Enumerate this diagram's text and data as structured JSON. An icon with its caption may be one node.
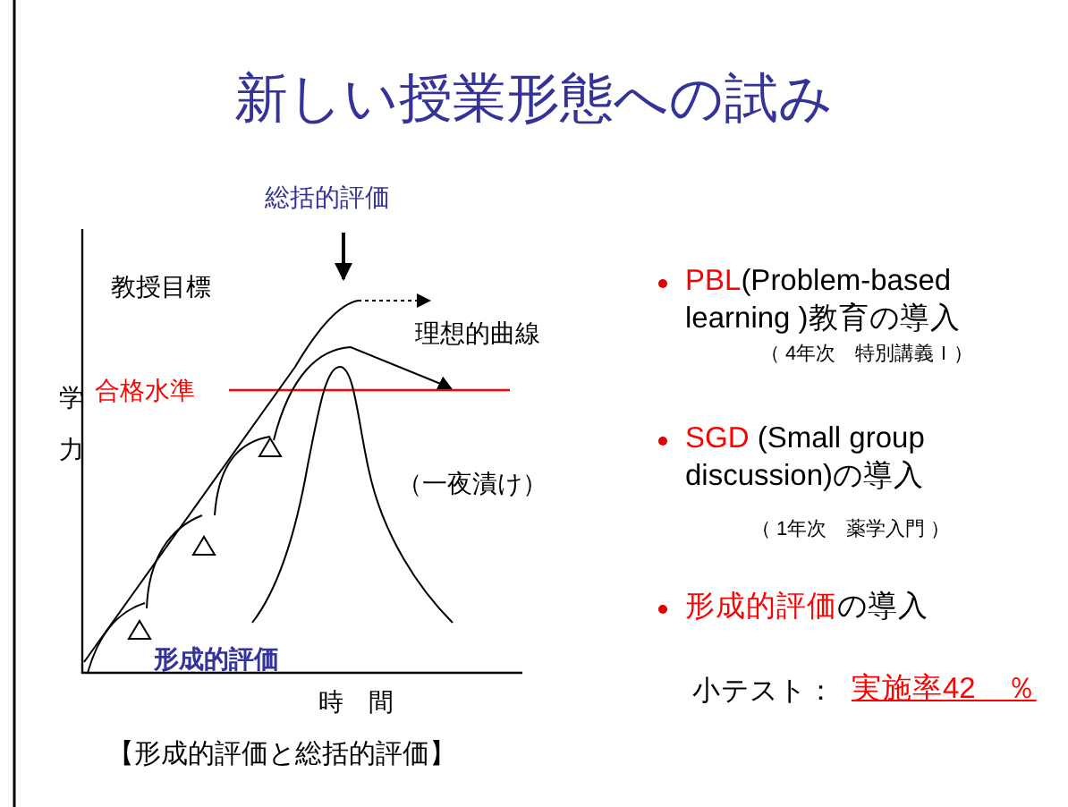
{
  "diagram": {
    "title": "新しい授業形態への試み",
    "labels": [
      "総括的評価",
      "教授目標",
      "理想的曲線",
      "学力",
      "合格水準",
      "（一夜漬け）",
      "形成的評価",
      "時　間",
      "【形成的評価と総括的評価】",
      "PBL",
      "(Problem-based learning )教育の導入",
      "（ 4年次　特別講義Ｉ）",
      "SGD",
      " (Small group discussion)の導入",
      "（ 1年次　薬学入門 ）",
      "形成的評価",
      "の導入",
      "小テスト：",
      "実施率42　％"
    ]
  }
}
